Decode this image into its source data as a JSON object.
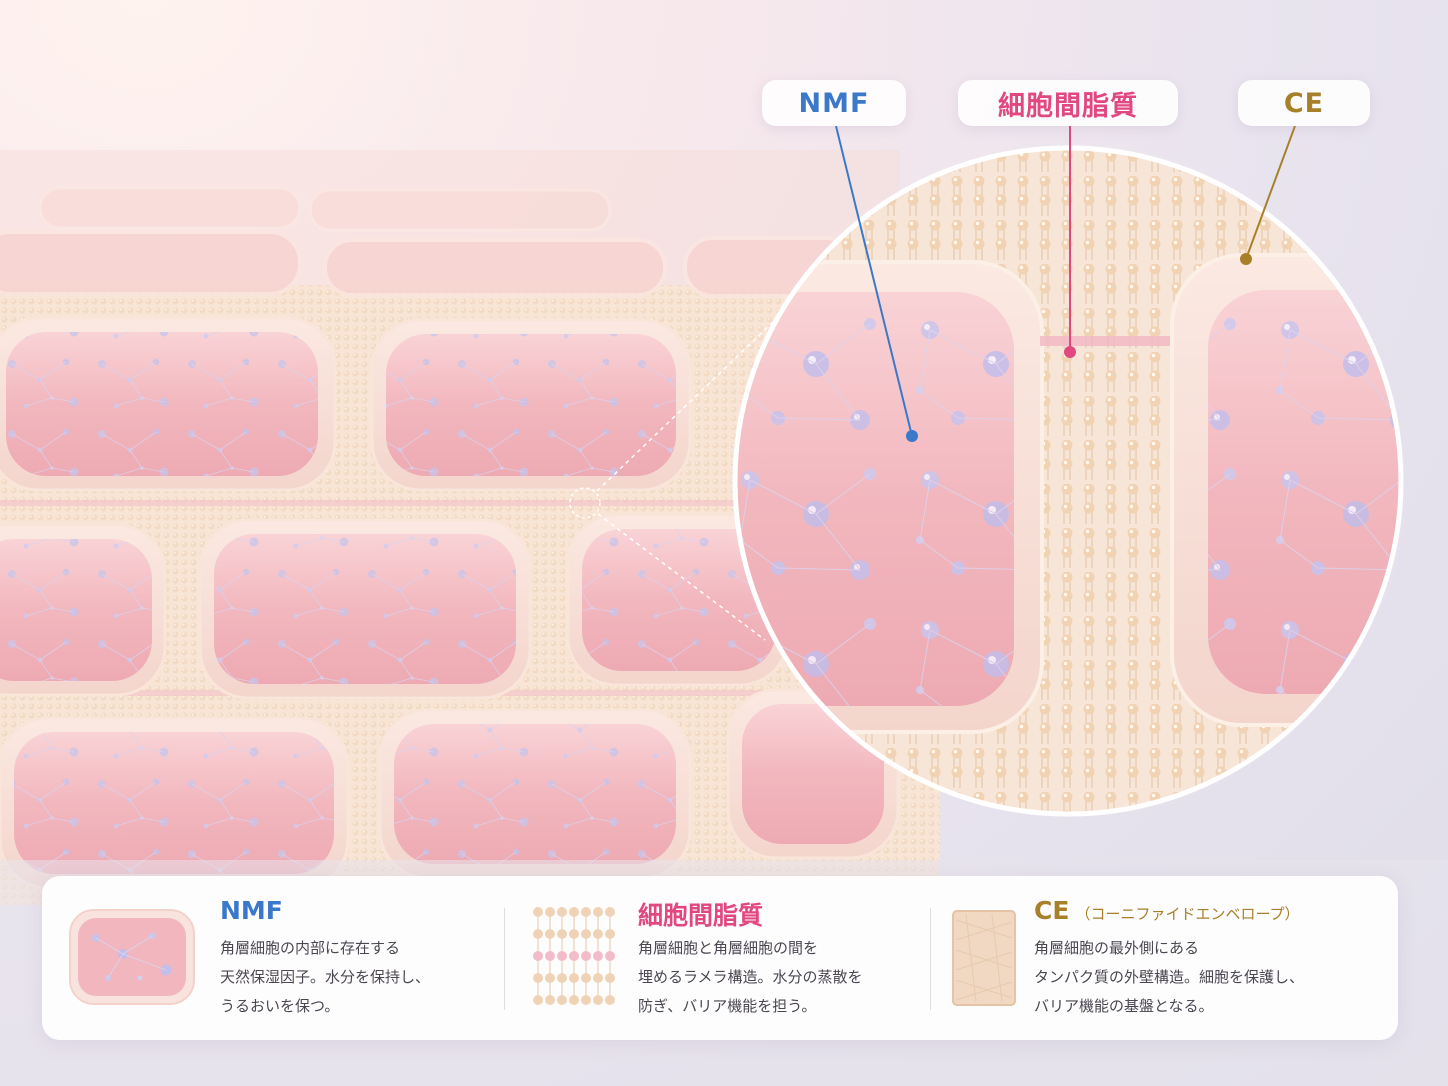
{
  "labels": {
    "nmf": "NMF",
    "lipid": "細胞間脂質",
    "ce": "CE"
  },
  "legend": [
    {
      "title": "NMF",
      "subtitle": "",
      "color": "#3a78c9",
      "lines": [
        "角層細胞の内部に存在する",
        "天然保湿因子。水分を保持し、",
        "うるおいを保つ。"
      ]
    },
    {
      "title": "細胞間脂質",
      "subtitle": "",
      "color": "#e0487f",
      "lines": [
        "角層細胞と角層細胞の間を",
        "埋めるラメラ構造。水分の蒸散を",
        "防ぎ、バリア機能を担う。"
      ]
    },
    {
      "title": "CE",
      "subtitle": "（コーニファイドエンベロープ）",
      "color": "#a8802a",
      "lines": [
        "角層細胞の最外側にある",
        "タンパク質の外壁構造。細胞を保護し、",
        "バリア機能の基盤となる。"
      ]
    }
  ],
  "colors": {
    "nmf": "#3a78c9",
    "lipid": "#e0487f",
    "ce": "#a8802a",
    "cell": "#f2b9c0",
    "bead": "#f1d7b8"
  },
  "icons": [
    "nmf-cell-icon",
    "lamellar-lipid-icon",
    "cornified-envelope-icon"
  ]
}
